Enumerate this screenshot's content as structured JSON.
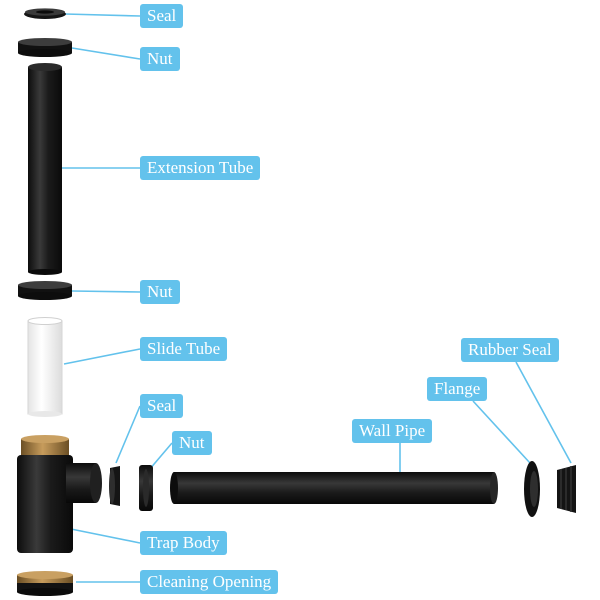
{
  "labels": {
    "seal_top": "Seal",
    "nut_top": "Nut",
    "extension_tube": "Extension Tube",
    "nut_mid": "Nut",
    "slide_tube": "Slide Tube",
    "seal_mid": "Seal",
    "nut_small": "Nut",
    "wall_pipe": "Wall Pipe",
    "flange": "Flange",
    "rubber_seal": "Rubber Seal",
    "trap_body": "Trap Body",
    "cleaning_opening": "Cleaning Opening"
  },
  "colors": {
    "label_bg": "#63c2ec",
    "leader_line": "#63c2ec",
    "part_black": "#161616",
    "brass": "#a8814a",
    "slide_tube_white": "#f3f3f3"
  }
}
